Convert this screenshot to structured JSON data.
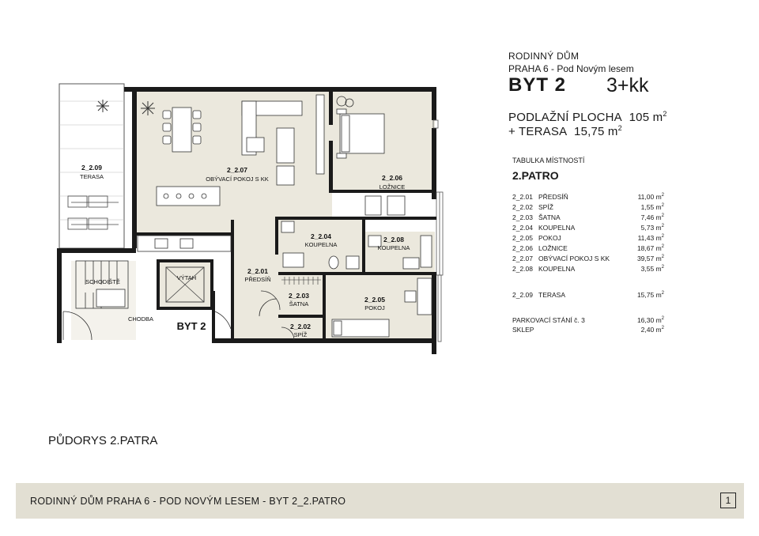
{
  "header": {
    "project_name": "RODINNÝ DŮM",
    "project_address": "PRAHA 6 - Pod Novým lesem",
    "unit_code": "BYT 2",
    "unit_type": "3+kk",
    "floor_area_label": "PODLAŽNÍ PLOCHA",
    "floor_area_value": "105 m",
    "terrace_label": "+ TERASA",
    "terrace_value": "15,75 m",
    "area_unit_exponent": "2"
  },
  "room_table": {
    "caption": "TABULKA MÍSTNOSTÍ",
    "floor": "2.PATRO",
    "rows": [
      {
        "code": "2_2.01",
        "name": "PŘEDSÍŇ",
        "area": "11,00 m"
      },
      {
        "code": "2_2.02",
        "name": "SPÍŽ",
        "area": "1,55 m"
      },
      {
        "code": "2_2.03",
        "name": "ŠATNA",
        "area": "7,46 m"
      },
      {
        "code": "2_2.04",
        "name": "KOUPELNA",
        "area": "5,73 m"
      },
      {
        "code": "2_2.05",
        "name": "POKOJ",
        "area": "11,43 m"
      },
      {
        "code": "2_2.06",
        "name": "LOŽNICE",
        "area": "18,67 m"
      },
      {
        "code": "2_2.07",
        "name": "OBÝVACÍ POKOJ S KK",
        "area": "39,57 m"
      },
      {
        "code": "2_2.08",
        "name": "KOUPELNA",
        "area": "3,55 m"
      }
    ],
    "terrace": {
      "code": "2_2.09",
      "name": "TERASA",
      "area": "15,75 m"
    },
    "extras": [
      {
        "name": "PARKOVACÍ STÁNÍ č. 3",
        "area": "16,30 m"
      },
      {
        "name": "SKLEP",
        "area": "2,40 m"
      }
    ],
    "area_exponent": "2"
  },
  "floor_plan": {
    "unit_label": "BYT 2",
    "rooms": [
      {
        "number": "2_2.09",
        "name": "TERASA"
      },
      {
        "number": "2_2.07",
        "name": "OBÝVACÍ POKOJ S KK"
      },
      {
        "number": "2_2.06",
        "name": "LOŽNICE"
      },
      {
        "number": "2_2.04",
        "name": "KOUPELNA"
      },
      {
        "number": "2_2.08",
        "name": "KOUPELNA"
      },
      {
        "number": "2_2.01",
        "name": "PŘEDSÍŇ"
      },
      {
        "number": "2_2.03",
        "name": "ŠATNA"
      },
      {
        "number": "2_2.05",
        "name": "POKOJ"
      },
      {
        "number": "2_2.02",
        "name": "SPÍŽ"
      }
    ],
    "common_areas": [
      "SCHODIŠTĚ",
      "VÝTAH",
      "CHODBA"
    ]
  },
  "plan_title": "PŮDORYS 2.PATRA",
  "footer": {
    "text": "RODINNÝ DŮM PRAHA 6 - POD NOVÝM LESEM - BYT 2_2.PATRO",
    "page_number": "1"
  }
}
